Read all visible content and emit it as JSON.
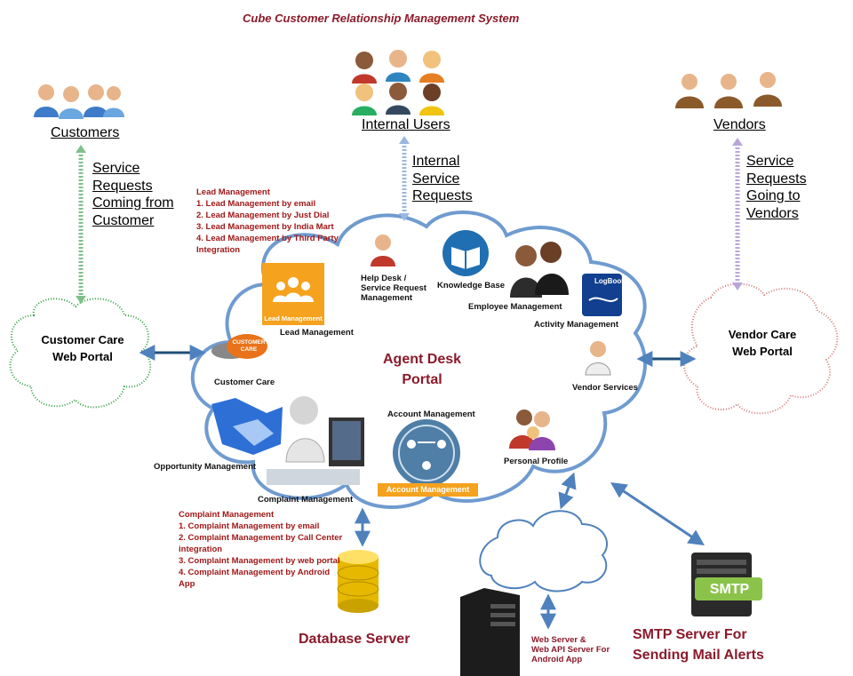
{
  "title": "Cube Customer Relationship Management System",
  "groups": {
    "customers": "Customers",
    "internal_users": "Internal  Users",
    "vendors": "Vendors"
  },
  "requests": {
    "customer": [
      "Service",
      "Requests",
      "Coming from",
      "Customer"
    ],
    "internal": [
      "Internal",
      "Service",
      "Requests"
    ],
    "vendor": [
      "Service",
      "Requests",
      "Going to",
      "Vendors"
    ]
  },
  "lead_notes": [
    "Lead Management",
    "1. Lead Management by email",
    "2. Lead Management by Just Dial",
    "3. Lead Management by India Mart",
    "4. Lead Management by Third Party",
    "Integration"
  ],
  "complaint_notes": [
    "Complaint Management",
    "1. Complaint Management by email",
    "2. Complaint Management by Call Center",
    "integration",
    "3. Complaint Management by web portal",
    "4. Complaint Management by Android",
    "App"
  ],
  "portals": {
    "customer": [
      "Customer Care",
      "Web Portal"
    ],
    "vendor": [
      "Vendor Care",
      "Web Portal"
    ],
    "agent": [
      "Agent Desk",
      "Portal"
    ]
  },
  "modules": {
    "help_desk": [
      "Help Desk /",
      "Service Request",
      "Management"
    ],
    "knowledge_base": "Knowledge Base",
    "employee": "Employee Management",
    "activity": "Activity Management",
    "lead": "Lead Management",
    "lead_box": "Lead Management",
    "customer_care": "Customer Care",
    "customer_care_logo": [
      "CUSTOMER",
      "CARE"
    ],
    "vendor_services": "Vendor Services",
    "account_top": "Account Management",
    "account_box": "Account Management",
    "personal_profile": "Personal Profile",
    "opportunity": "Opportunity Management",
    "complaint": "Complaint Management",
    "logbook": "LogBook"
  },
  "servers": {
    "database": "Database Server",
    "web": [
      "Web Server &",
      "Web API Server For",
      "Android App"
    ],
    "smtp_logo": "SMTP",
    "smtp": [
      "SMTP Server For",
      "Sending Mail Alerts"
    ]
  },
  "colors": {
    "title_red": "#8b1a2b",
    "cloud_blue": "#6f9bd0",
    "customer_cloud": "#2e9e3e",
    "vendor_cloud": "#d07a7a",
    "arrow_blue": "#4f81bd",
    "orange": "#f5a21e"
  }
}
